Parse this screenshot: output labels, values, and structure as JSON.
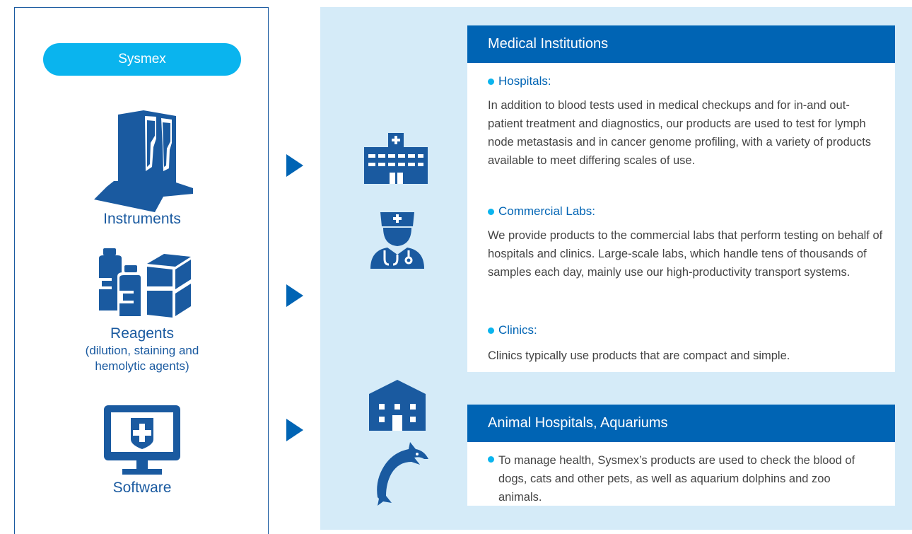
{
  "left": {
    "badge": "Sysmex",
    "instruments_label": "Instruments",
    "reagents_label": "Reagents",
    "reagents_sub": "(dilution, staining and hemolytic agents)",
    "software_label": "Software"
  },
  "medical": {
    "title": "Medical Institutions",
    "items": [
      {
        "title": "Hospitals:",
        "body": "In addition to blood tests used in medical checkups and for in-and out-patient treatment and diagnostics, our products are used to test for lymph node metastasis and in cancer genome profiling, with a variety of products available to meet differing scales of use."
      },
      {
        "title": "Commercial Labs:",
        "body": "We provide products to the commercial labs that perform testing on behalf of hospitals and clinics. Large-scale labs, which handle tens of thousands of samples each day, mainly use our high-productivity transport systems."
      },
      {
        "title": "Clinics:",
        "body": "Clinics typically use products that are compact and simple."
      }
    ]
  },
  "animal": {
    "title": "Animal Hospitals, Aquariums",
    "body": "To manage health, Sysmex’s products are used to check the blood of dogs, cats and other pets, as well as aquarium dolphins and zoo animals."
  },
  "colors": {
    "primary": "#0064b4",
    "accent": "#0ab4ee",
    "background": "#d5ebf8"
  },
  "icons": [
    "instrument-icon",
    "reagents-icon",
    "software-icon",
    "hospital-icon",
    "doctor-icon",
    "animal-hospital-icon",
    "dolphin-icon",
    "arrow-right-icon"
  ]
}
